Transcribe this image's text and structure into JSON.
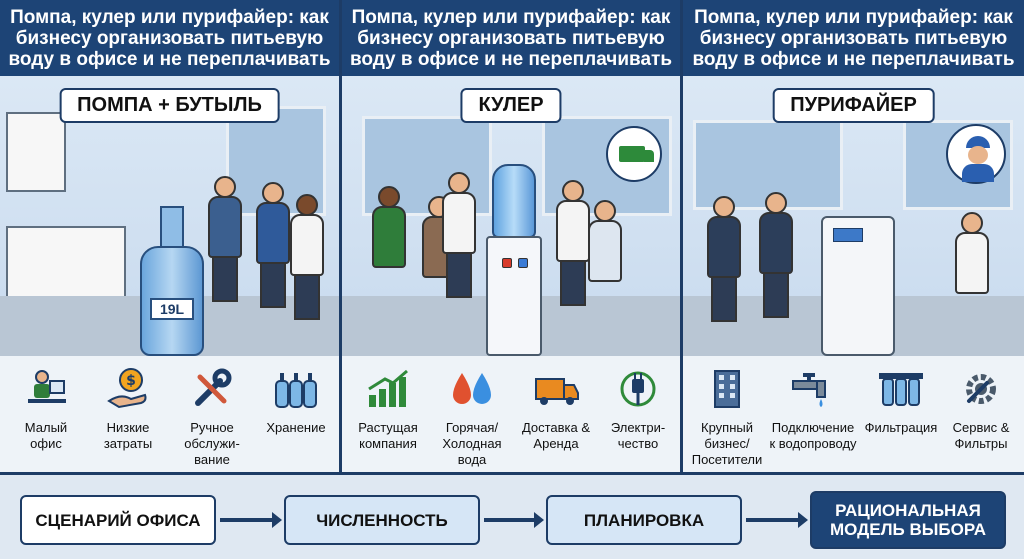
{
  "panels": [
    {
      "title": "Помпа, кулер или пурифайер: как бизнесу организовать питьевую воду в офисе и не переплачивать",
      "label": "ПОМПА + БУТЫЛЬ",
      "bottle_label": "19L",
      "features": [
        "Малый\nофис",
        "Низкие\nзатраты",
        "Ручное\nобслужи-\nвание",
        "Хранение"
      ]
    },
    {
      "title": "Помпа, кулер или пурифайер: как бизнесу организовать питьевую воду в офисе и не переплачивать",
      "label": "КУЛЕР",
      "features": [
        "Растущая\nкомпания",
        "Горячая/\nХолодная\nвода",
        "Доставка &\nАренда",
        "Электри-\nчество"
      ]
    },
    {
      "title": "Помпа, кулер или пурифайер: как бизнесу организовать питьевую воду в офисе и не переплачивать",
      "label": "ПУРИФАЙЕР",
      "features": [
        "Крупный\nбизнес/\nПосетители",
        "Подключение\nк водопроводу",
        "Фильтрация",
        "Сервис &\nФильтры"
      ]
    }
  ],
  "flow": [
    "СЦЕНАРИЙ ОФИСА",
    "ЧИСЛЕННОСТЬ",
    "ПЛАНИРОВКА",
    "РАЦИОНАЛЬНАЯ\nМОДЕЛЬ ВЫБОРА"
  ],
  "colors": {
    "header": "#1d4476",
    "border": "#1d3c66",
    "accent": "#d6e6f6"
  }
}
